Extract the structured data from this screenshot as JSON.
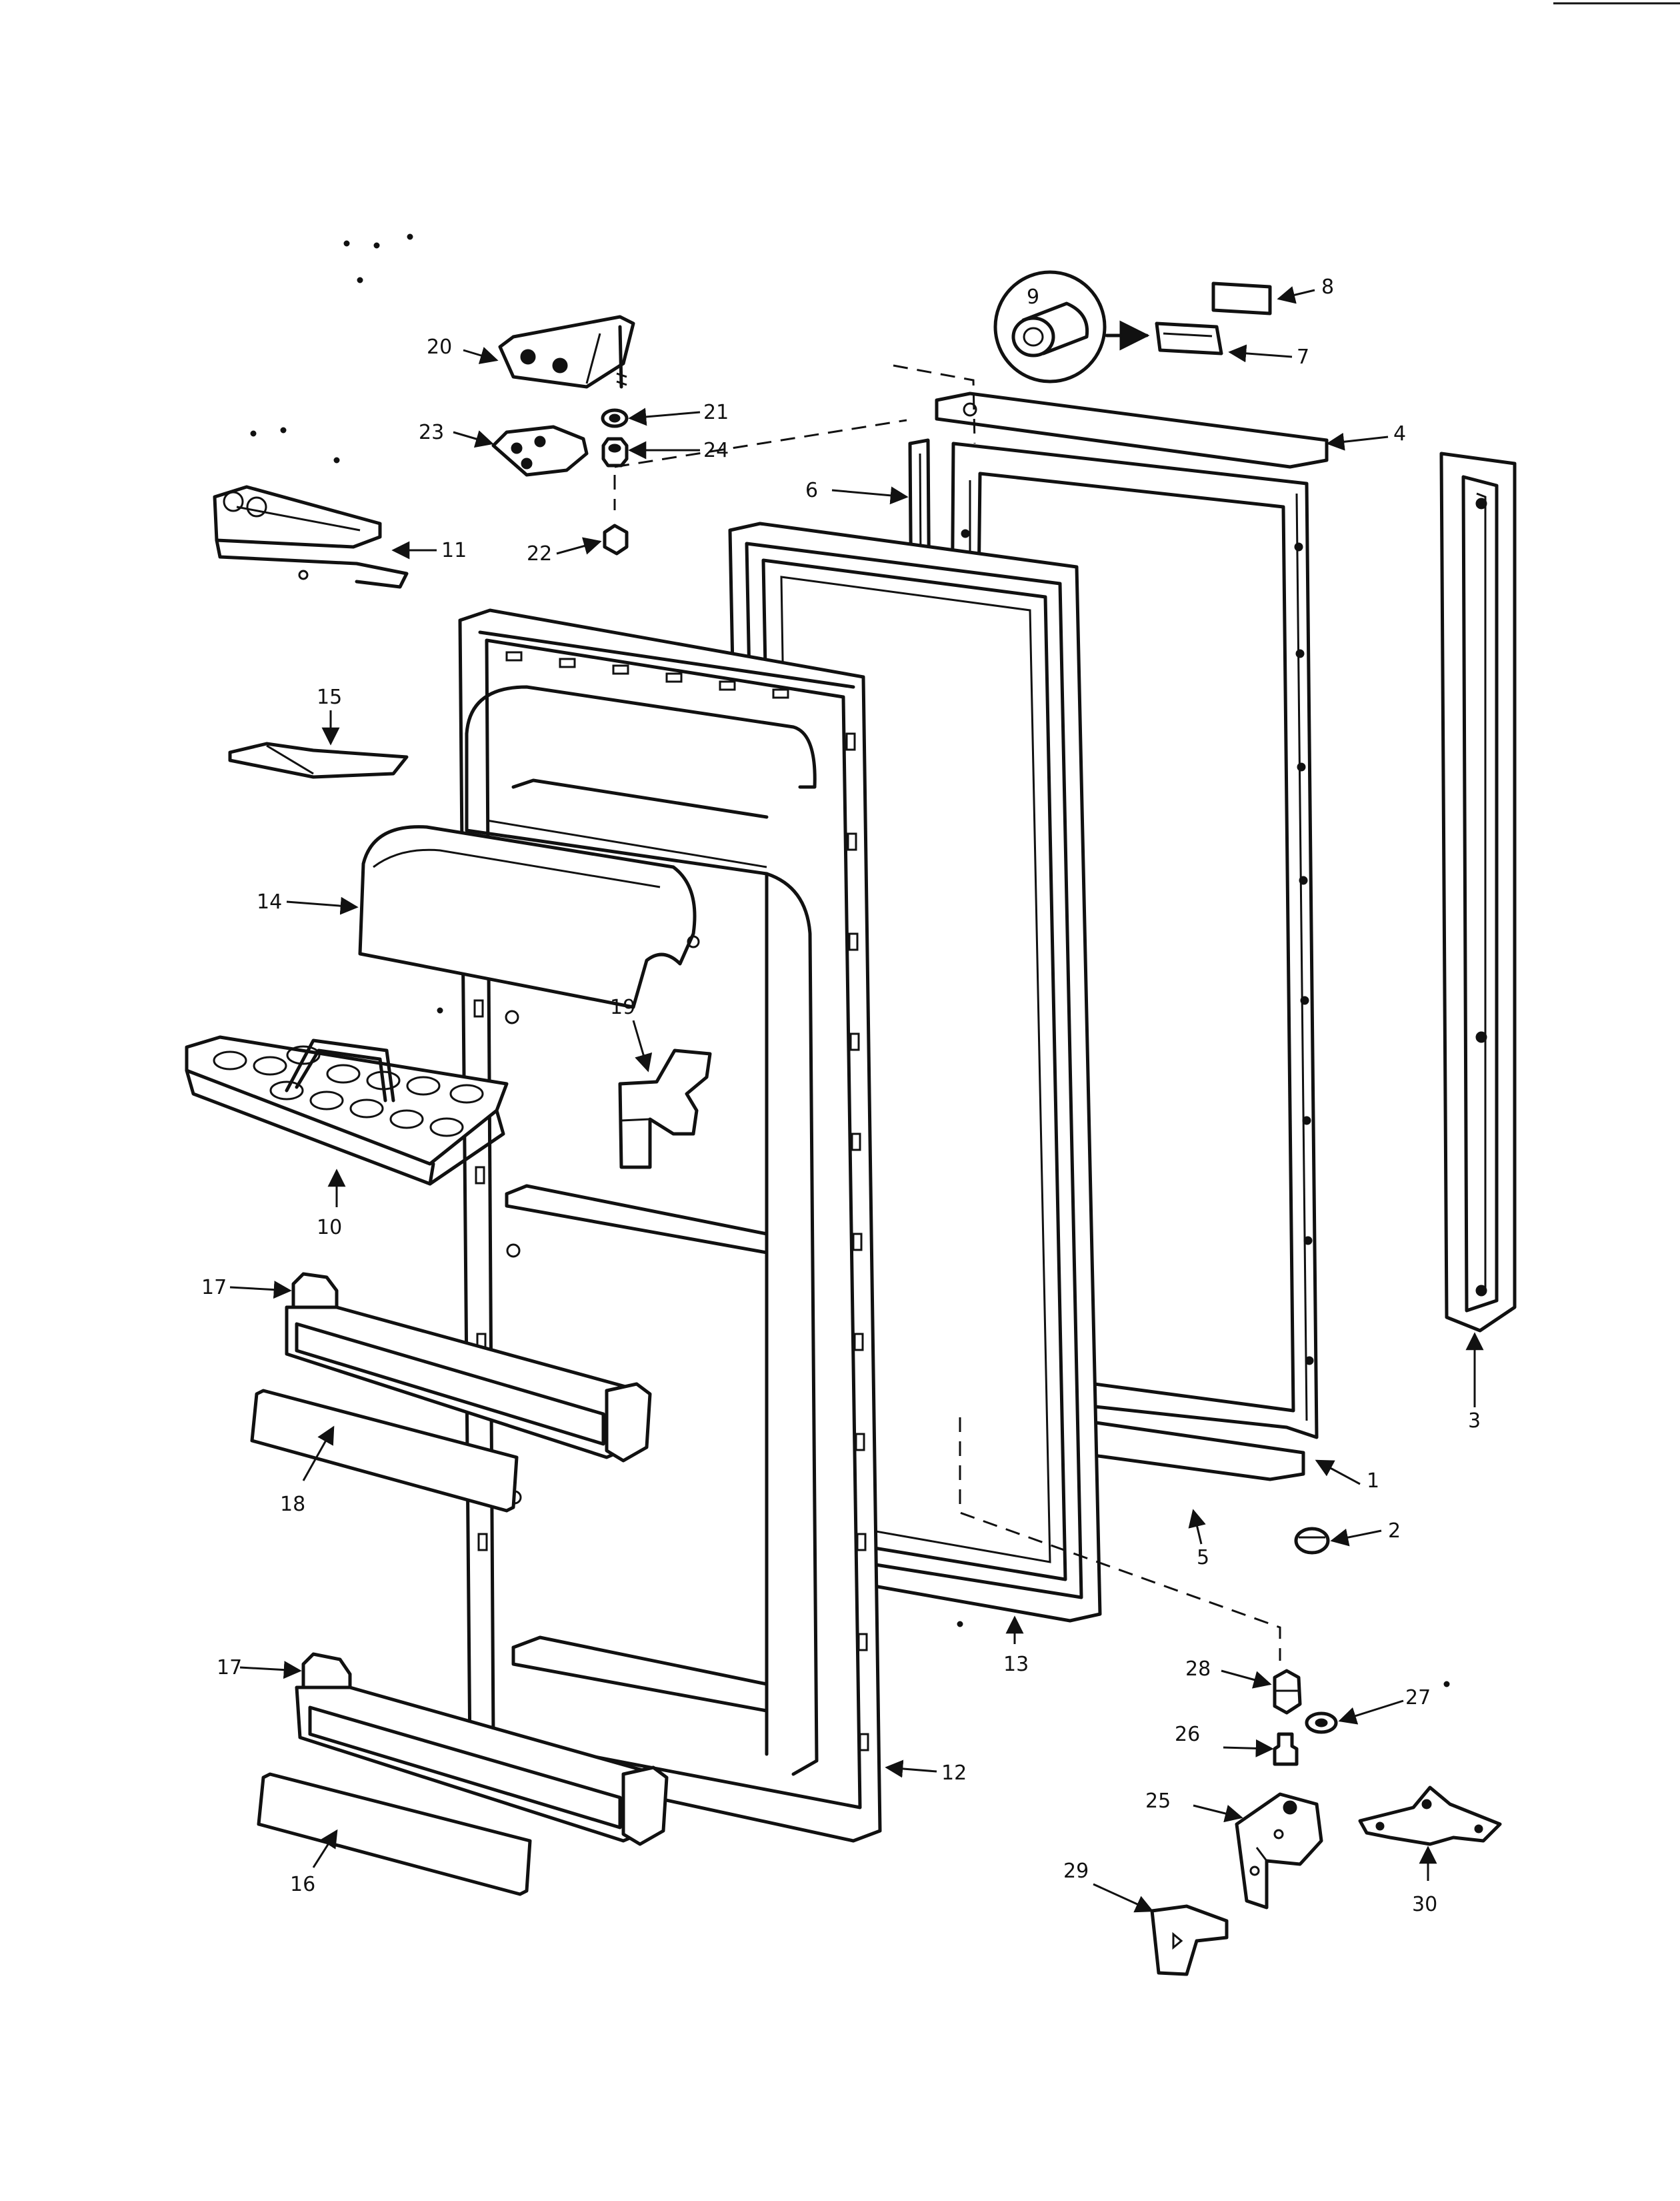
{
  "callouts": [
    {
      "id": "1",
      "text": "1"
    },
    {
      "id": "2",
      "text": "2"
    },
    {
      "id": "3",
      "text": "3"
    },
    {
      "id": "4",
      "text": "4"
    },
    {
      "id": "5",
      "text": "5"
    },
    {
      "id": "6",
      "text": "6"
    },
    {
      "id": "7",
      "text": "7"
    },
    {
      "id": "8",
      "text": "8"
    },
    {
      "id": "9",
      "text": "9"
    },
    {
      "id": "10",
      "text": "10"
    },
    {
      "id": "11",
      "text": "11"
    },
    {
      "id": "12",
      "text": "12"
    },
    {
      "id": "13",
      "text": "13"
    },
    {
      "id": "14",
      "text": "14"
    },
    {
      "id": "15",
      "text": "15"
    },
    {
      "id": "16",
      "text": "16"
    },
    {
      "id": "17a",
      "text": "17"
    },
    {
      "id": "17b",
      "text": "17"
    },
    {
      "id": "18",
      "text": "18"
    },
    {
      "id": "19",
      "text": "19"
    },
    {
      "id": "20",
      "text": "20"
    },
    {
      "id": "21",
      "text": "21"
    },
    {
      "id": "22",
      "text": "22"
    },
    {
      "id": "23",
      "text": "23"
    },
    {
      "id": "24",
      "text": "24"
    },
    {
      "id": "25",
      "text": "25"
    },
    {
      "id": "26",
      "text": "26"
    },
    {
      "id": "27",
      "text": "27"
    },
    {
      "id": "28",
      "text": "28"
    },
    {
      "id": "29",
      "text": "29"
    },
    {
      "id": "30",
      "text": "30"
    }
  ]
}
